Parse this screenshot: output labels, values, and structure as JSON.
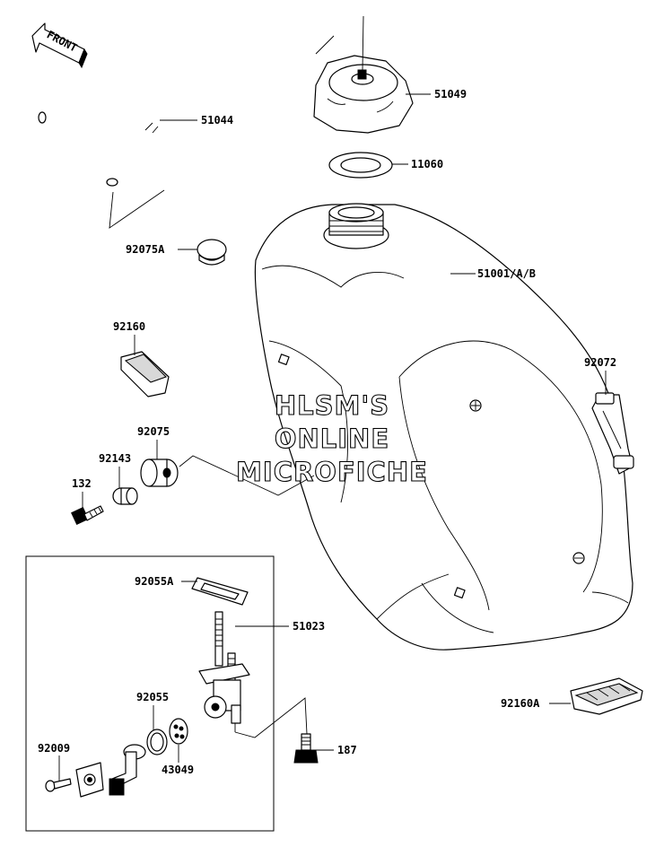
{
  "diagram": {
    "front_badge": "FRONT",
    "watermark": [
      "HLSM'S",
      "ONLINE",
      "MICROFICHE"
    ],
    "parts": {
      "p51044": "51044",
      "p51049": "51049",
      "p11060": "11060",
      "p92075A": "92075A",
      "p51001": "51001/A/B",
      "p92160": "92160",
      "p92072": "92072",
      "p92075": "92075",
      "p92143": "92143",
      "p132": "132",
      "p92055A": "92055A",
      "p51023": "51023",
      "p92055": "92055",
      "p92009": "92009",
      "p43049": "43049",
      "p187": "187",
      "p92160A": "92160A"
    }
  }
}
